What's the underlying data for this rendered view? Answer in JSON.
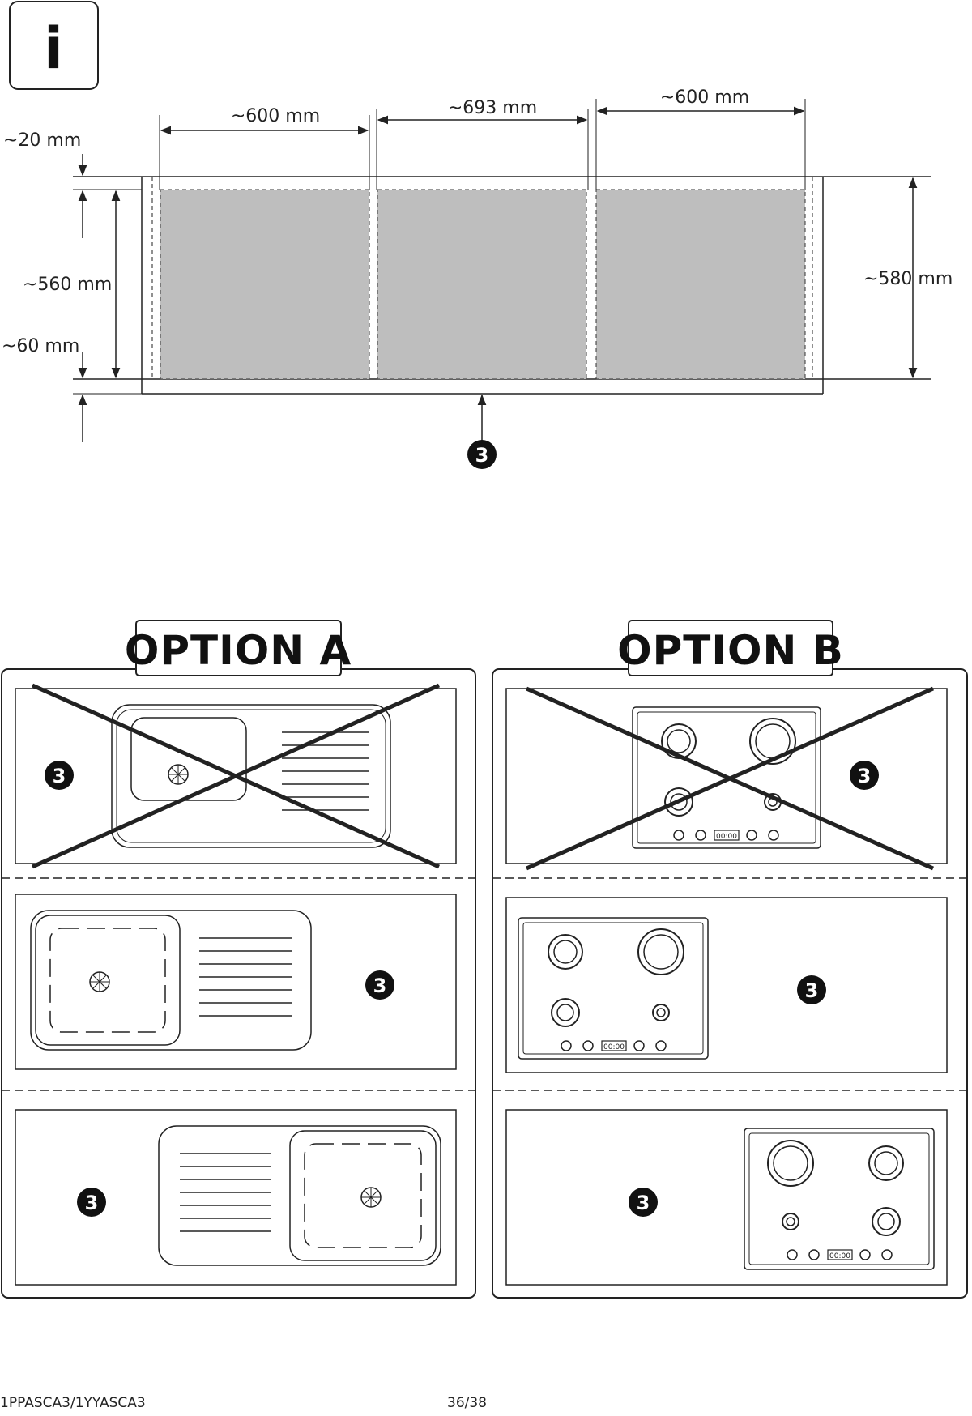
{
  "info_icon": {
    "name": "info-icon",
    "glyph": "i"
  },
  "dimensions": {
    "width_left": "~600 mm",
    "width_middle": "~693 mm",
    "width_right": "~600 mm",
    "top_gap": "~20 mm",
    "depth_inner": "~560 mm",
    "bottom_gap": "~60 mm",
    "depth_total": "~580 mm"
  },
  "callout_number": "3",
  "options": {
    "a": {
      "title": "OPTION A",
      "panels": [
        {
          "appliance": "sink-icon",
          "layout": "basin-left-centered",
          "crossed_out": true
        },
        {
          "appliance": "sink-icon",
          "layout": "basin-left",
          "crossed_out": false
        },
        {
          "appliance": "sink-icon",
          "layout": "basin-right",
          "crossed_out": false
        }
      ]
    },
    "b": {
      "title": "OPTION B",
      "panels": [
        {
          "appliance": "hob-icon",
          "layout": "centered",
          "crossed_out": true
        },
        {
          "appliance": "hob-icon",
          "layout": "left",
          "crossed_out": false
        },
        {
          "appliance": "hob-icon",
          "layout": "right",
          "crossed_out": false
        }
      ]
    }
  },
  "hob_display": "00:00",
  "colors": {
    "cabinet_fill": "#bebebe",
    "line": "#222222",
    "badge": "#111111"
  },
  "footer": {
    "model": "1PPASCA3/1YYASCA3",
    "page": "36/38"
  }
}
